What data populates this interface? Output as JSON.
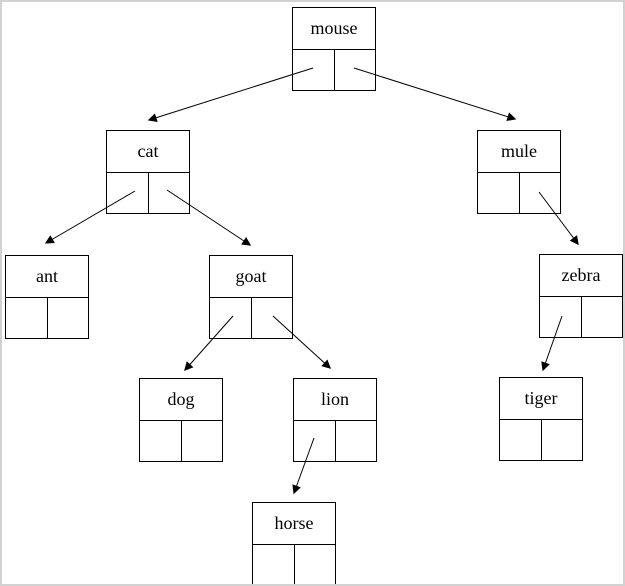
{
  "diagram": {
    "type": "binary-tree",
    "nodes": [
      {
        "id": "mouse",
        "label": "mouse",
        "left_child": "cat",
        "right_child": "mule"
      },
      {
        "id": "cat",
        "label": "cat",
        "left_child": "ant",
        "right_child": "goat"
      },
      {
        "id": "mule",
        "label": "mule",
        "left_child": null,
        "right_child": "zebra"
      },
      {
        "id": "ant",
        "label": "ant",
        "left_child": null,
        "right_child": null
      },
      {
        "id": "goat",
        "label": "goat",
        "left_child": "dog",
        "right_child": "lion"
      },
      {
        "id": "zebra",
        "label": "zebra",
        "left_child": "tiger",
        "right_child": null
      },
      {
        "id": "dog",
        "label": "dog",
        "left_child": null,
        "right_child": null
      },
      {
        "id": "lion",
        "label": "lion",
        "left_child": "horse",
        "right_child": null
      },
      {
        "id": "tiger",
        "label": "tiger",
        "left_child": null,
        "right_child": null
      },
      {
        "id": "horse",
        "label": "horse",
        "left_child": null,
        "right_child": null
      }
    ],
    "colors": {
      "line": "#000000",
      "box_border": "#000000",
      "background": "#ffffff",
      "frame_border": "#d2d2d2"
    }
  }
}
